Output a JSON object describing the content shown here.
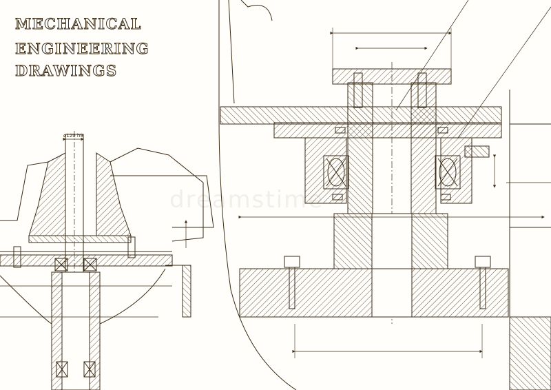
{
  "title": {
    "line1": "MECHANICAL",
    "line2": "ENGINEERING",
    "line3": "DRAWINGS"
  },
  "dimension_label": "ø120 h9",
  "watermark": "dreamstime",
  "colors": {
    "line": "#3a2a14",
    "paper": "#fffefb"
  }
}
